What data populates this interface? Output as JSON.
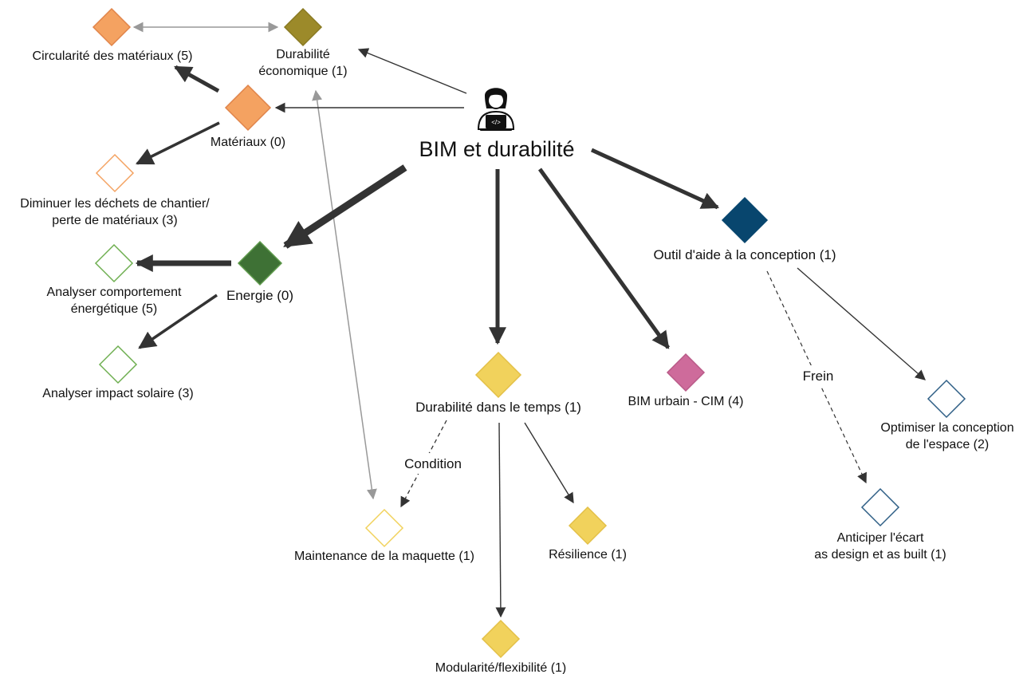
{
  "root": {
    "label": "BIM et durabilité",
    "icon": "developer-laptop-icon"
  },
  "nodes": {
    "circularite": {
      "lines": [
        "Circularité des matériaux (5)"
      ],
      "fill": "#F4A261",
      "stroke": "#E0844A",
      "filled": true
    },
    "durabilite_eco": {
      "lines": [
        "Durabilité",
        "économique (1)"
      ],
      "fill": "#9C8A2A",
      "stroke": "#8A7A22",
      "filled": true
    },
    "materiaux": {
      "lines": [
        "Matériaux (0)"
      ],
      "fill": "#F4A261",
      "stroke": "#E0844A",
      "filled": true
    },
    "dechets": {
      "lines": [
        "Diminuer les déchets de chantier/",
        "perte de matériaux (3)"
      ],
      "fill": "#ffffff",
      "stroke": "#F4A261",
      "filled": false
    },
    "energie": {
      "lines": [
        "Energie (0)"
      ],
      "fill": "#3E7135",
      "stroke": "#5F9A4C",
      "filled": true
    },
    "comportement": {
      "lines": [
        "Analyser comportement",
        "énergétique (5)"
      ],
      "fill": "#ffffff",
      "stroke": "#6DAE4F",
      "filled": false
    },
    "solaire": {
      "lines": [
        "Analyser impact solaire (3)"
      ],
      "fill": "#ffffff",
      "stroke": "#6DAE4F",
      "filled": false
    },
    "temps": {
      "lines": [
        "Durabilité dans le temps (1)"
      ],
      "fill": "#F1D25C",
      "stroke": "#E3C047",
      "filled": true
    },
    "cim": {
      "lines": [
        "BIM urbain - CIM (4)"
      ],
      "fill": "#CE6B9B",
      "stroke": "#B95A88",
      "filled": true
    },
    "outil": {
      "lines": [
        "Outil d'aide à la conception (1)"
      ],
      "fill": "#08466E",
      "stroke": "#08466E",
      "filled": true
    },
    "maintenance": {
      "lines": [
        "Maintenance de la maquette (1)"
      ],
      "fill": "#ffffff",
      "stroke": "#F1D25C",
      "filled": false
    },
    "resilience": {
      "lines": [
        "Résilience (1)"
      ],
      "fill": "#F1D25C",
      "stroke": "#E3C047",
      "filled": true
    },
    "modularite": {
      "lines": [
        "Modularité/flexibilité (1)"
      ],
      "fill": "#F1D25C",
      "stroke": "#E3C047",
      "filled": true
    },
    "optimiser": {
      "lines": [
        "Optimiser la conception",
        "de l'espace (2)"
      ],
      "fill": "#ffffff",
      "stroke": "#2F5F86",
      "filled": false
    },
    "anticiper": {
      "lines": [
        "Anticiper l'écart",
        "as design et as built (1)"
      ],
      "fill": "#ffffff",
      "stroke": "#2F5F86",
      "filled": false
    }
  },
  "edge_labels": {
    "condition": "Condition",
    "frein": "Frein"
  },
  "colors": {
    "strong_edge": "#333333",
    "thin_edge": "#333333",
    "grey_edge": "#999999"
  }
}
